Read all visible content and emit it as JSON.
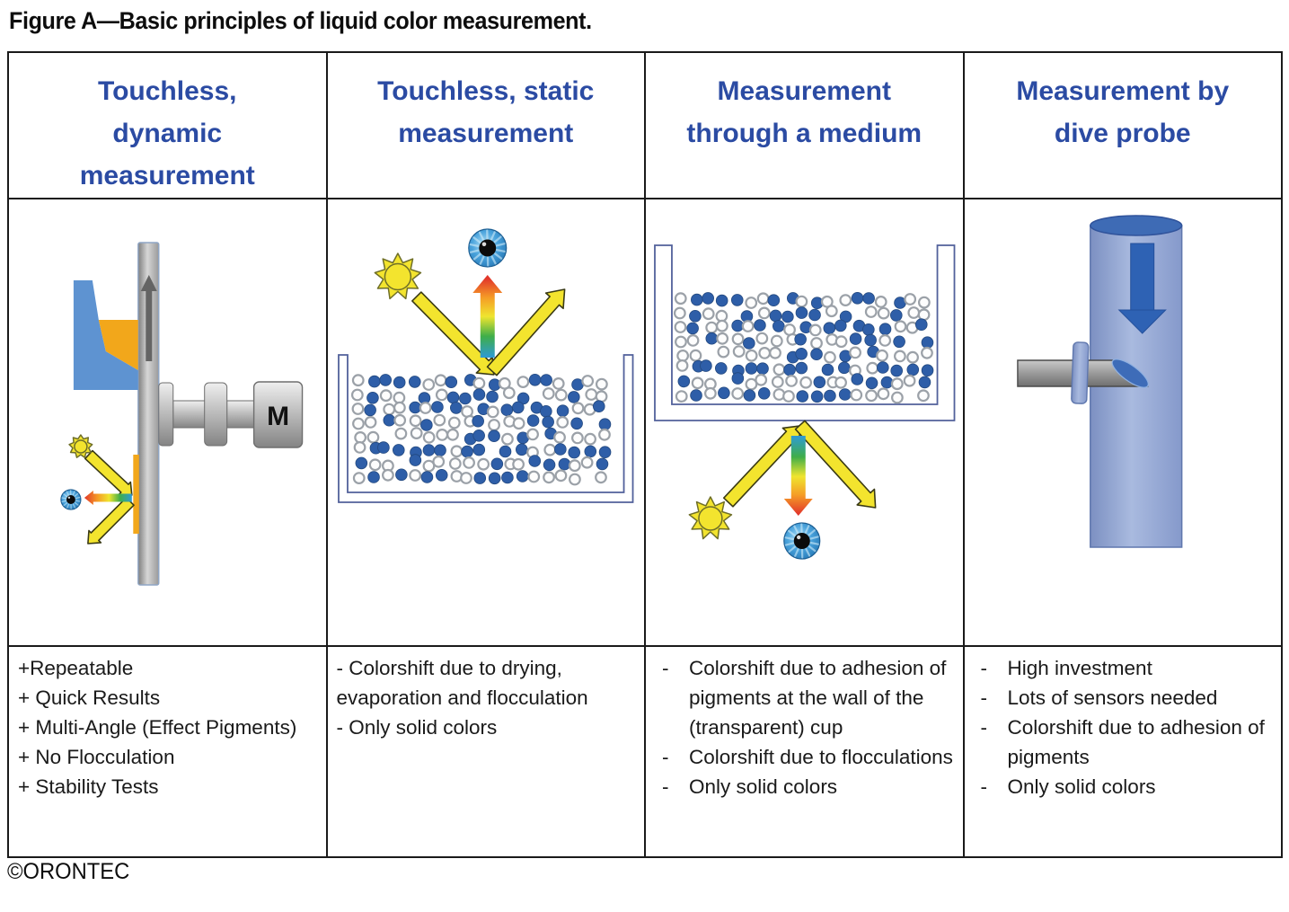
{
  "title": "Figure A—Basic principles of liquid color measurement.",
  "copyright": "©ORONTEC",
  "colors": {
    "header_text": "#2B4BA3",
    "table_border": "#1a1a1a",
    "body_text": "#1a1a1a",
    "ray_yellow": "#F3E42E",
    "ray_outline": "#3a3a14",
    "pigment_blue": "#2E5EA8",
    "pigment_white": "#FDFDFD",
    "pigment_white_outline": "#9BA1A8",
    "spectrum_red": "#E2372B",
    "spectrum_orange": "#F59C26",
    "spectrum_yellow": "#EFE52F",
    "spectrum_green": "#3FAE49",
    "spectrum_blue": "#2E9AD6",
    "container_outline": "#52619B",
    "applicator_blue": "#5E93D1",
    "paint_orange": "#F2A71B",
    "pipe_blue": "#8FA3D2",
    "machine_gray": "#B9B9B9"
  },
  "columns": [
    {
      "id": "touchless-dynamic",
      "header_lines": [
        "Touchless,",
        "dynamic",
        "measurement"
      ],
      "diagram": {
        "icons": [
          "rotating-band-icon",
          "band-direction-arrow-icon",
          "applicator-icon",
          "paint-film",
          "motor-icon",
          "sun-icon",
          "incident-light-arrow-icon",
          "spectrum-arrow-icon",
          "reflected-light-arrow-icon",
          "eye-icon"
        ],
        "motor_label": "M"
      },
      "notes_style": "inline",
      "notes": [
        "+Repeatable",
        "+ Quick Results",
        "+ Multi-Angle (Effect Pigments)",
        "+ No Flocculation",
        "+ Stability Tests"
      ]
    },
    {
      "id": "touchless-static",
      "header_lines": [
        "Touchless, static",
        "measurement"
      ],
      "diagram": {
        "icons": [
          "sun-icon",
          "eye-icon",
          "spectrum-arrow-icon",
          "incident-light-arrow-icon",
          "reflected-light-arrow-icon",
          "sample-tray-icon",
          "pigment-particles"
        ]
      },
      "notes_style": "inline",
      "notes": [
        "- Colorshift due to drying, evaporation and flocculation",
        "- Only solid colors"
      ]
    },
    {
      "id": "measurement-through-medium",
      "header_lines": [
        "Measurement",
        "through a medium"
      ],
      "diagram": {
        "icons": [
          "transparent-cup-icon",
          "pigment-particles",
          "sun-icon",
          "incident-light-arrow-icon",
          "spectrum-arrow-icon",
          "reflected-light-arrow-icon",
          "eye-icon"
        ]
      },
      "notes_style": "hanging",
      "marker": "-",
      "notes": [
        "Colorshift due to adhesion of pigments at the wall of the (transparent) cup",
        "Colorshift due to flocculations",
        "Only solid colors"
      ]
    },
    {
      "id": "dive-probe",
      "header_lines": [
        "Measurement by",
        "dive probe"
      ],
      "diagram": {
        "icons": [
          "pipe-icon",
          "flow-direction-arrow-icon",
          "dive-probe-icon",
          "probe-flange-icon",
          "probe-tip-icon"
        ]
      },
      "notes_style": "hanging",
      "marker": "-",
      "notes": [
        "High investment",
        "Lots of sensors needed",
        "Colorshift due to adhesion of pigments",
        "Only solid colors"
      ]
    }
  ]
}
